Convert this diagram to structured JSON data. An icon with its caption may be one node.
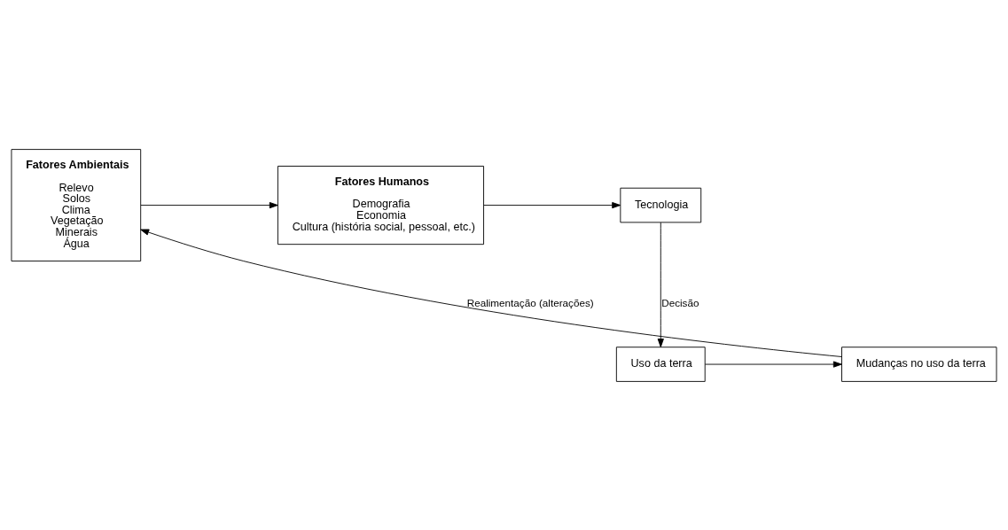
{
  "diagram": {
    "nodes": [
      {
        "text": [
          "Fatores Ambientais",
          "Relevo",
          "Solos",
          "Clima",
          "Vegetação",
          "Minerais",
          "Água"
        ]
      },
      {
        "text": [
          "Fatores Humanos",
          "Demografia",
          "Economia",
          "Cultura (história social, pessoal, etc.)"
        ]
      },
      {
        "text": [
          "Tecnologia"
        ]
      },
      {
        "text": [
          "Uso da terra"
        ]
      },
      {
        "text": [
          "Mudanças no uso da terra"
        ]
      }
    ],
    "edges": [
      {
        "from": 0,
        "to": 1,
        "arrow": "to"
      },
      {
        "from": 1,
        "to": 2,
        "arrow": "to"
      },
      {
        "from": 2,
        "to": 3,
        "arrow": "to",
        "label": "Decisão"
      },
      {
        "from": 3,
        "to": 4,
        "arrow": "to"
      },
      {
        "from": 4,
        "to": 0,
        "arrow": "to",
        "label": "Realimentação (alterações)"
      }
    ]
  }
}
